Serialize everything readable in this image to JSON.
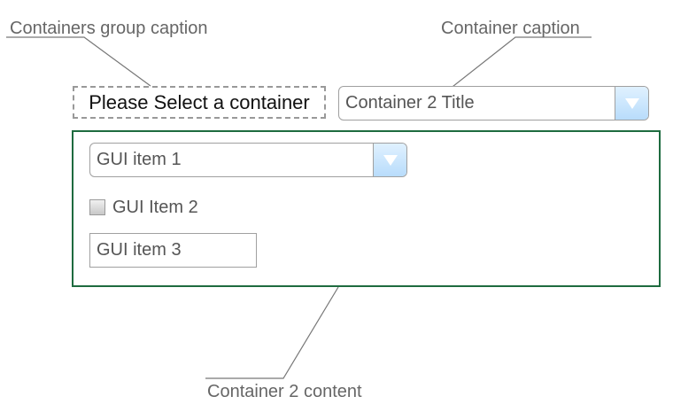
{
  "annotations": {
    "group_caption": "Containers group caption",
    "container_caption": "Container caption",
    "container_content": "Container 2 content"
  },
  "containers_group": {
    "caption_label": "Please Select a container"
  },
  "container_selector": {
    "selected_value": "Container 2 Title",
    "arrow_icon": "chevron-down-icon"
  },
  "container_content": {
    "gui_item_1": {
      "type": "dropdown",
      "selected_value": "GUI item 1",
      "arrow_icon": "chevron-down-icon"
    },
    "gui_item_2": {
      "type": "checkbox",
      "label": "GUI Item 2",
      "checked": false
    },
    "gui_item_3": {
      "type": "text-input",
      "value": "GUI item 3"
    }
  },
  "colors": {
    "container_border": "#1e6b3f",
    "dashed_border": "#999999",
    "annotation_text": "#666666",
    "arrow_button_light": "#e0f1ff",
    "arrow_button_dark": "#b8dcfb"
  }
}
